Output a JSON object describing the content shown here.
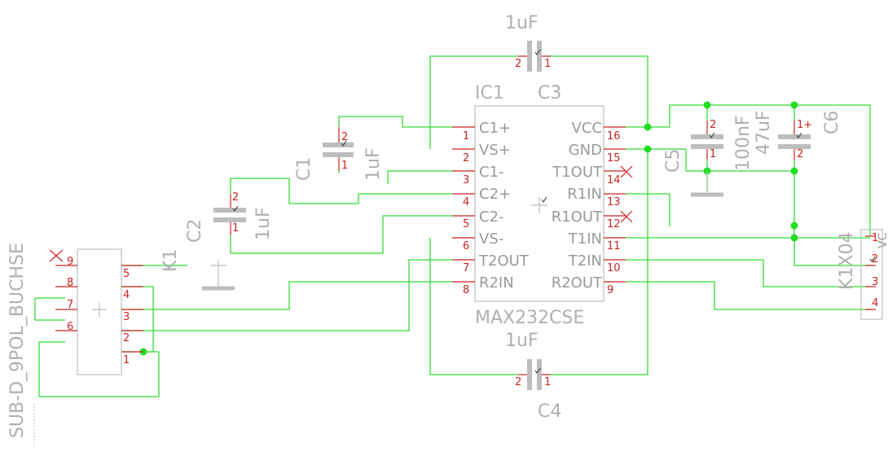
{
  "ic": {
    "name": "IC1",
    "value": "MAX232CSE",
    "left_pins": [
      {
        "num": "1",
        "name": "C1+"
      },
      {
        "num": "2",
        "name": "VS+"
      },
      {
        "num": "3",
        "name": "C1-"
      },
      {
        "num": "4",
        "name": "C2+"
      },
      {
        "num": "5",
        "name": "C2-"
      },
      {
        "num": "6",
        "name": "VS-"
      },
      {
        "num": "7",
        "name": "T2OUT"
      },
      {
        "num": "8",
        "name": "R2IN"
      }
    ],
    "right_pins": [
      {
        "num": "16",
        "name": "VCC"
      },
      {
        "num": "15",
        "name": "GND"
      },
      {
        "num": "14",
        "name": "T1OUT"
      },
      {
        "num": "13",
        "name": "R1IN"
      },
      {
        "num": "12",
        "name": "R1OUT"
      },
      {
        "num": "11",
        "name": "T1IN"
      },
      {
        "num": "10",
        "name": "T2IN"
      },
      {
        "num": "9",
        "name": "R2OUT"
      }
    ]
  },
  "capacitors": {
    "c1": {
      "name": "C1",
      "value": "1uF",
      "pin_top": "2",
      "pin_bottom": "1"
    },
    "c2": {
      "name": "C2",
      "value": "1uF",
      "pin_top": "2",
      "pin_bottom": "1"
    },
    "c3": {
      "name": "C3",
      "value": "1uF",
      "pin_left": "2",
      "pin_right": "1"
    },
    "c4": {
      "name": "C4",
      "value": "1uF",
      "pin_left": "2",
      "pin_right": "1"
    },
    "c5": {
      "name": "C5",
      "value": "100nF",
      "pin_top": "2",
      "pin_bottom": "1"
    },
    "c6": {
      "name": "C6",
      "value": "47uF",
      "pin_top": "1+",
      "pin_bottom": "2"
    }
  },
  "connector_k1": {
    "name": "K1",
    "value": "SUB-D_9POL_BUCHSE",
    "pins_right": [
      "5",
      "4",
      "3",
      "2",
      "1"
    ],
    "pins_left": [
      "9",
      "8",
      "7",
      "6"
    ]
  },
  "connector_k1x04": {
    "name": "K1X04",
    "pins": [
      "1",
      "2",
      "3",
      "4"
    ],
    "cut_label": "VC"
  }
}
